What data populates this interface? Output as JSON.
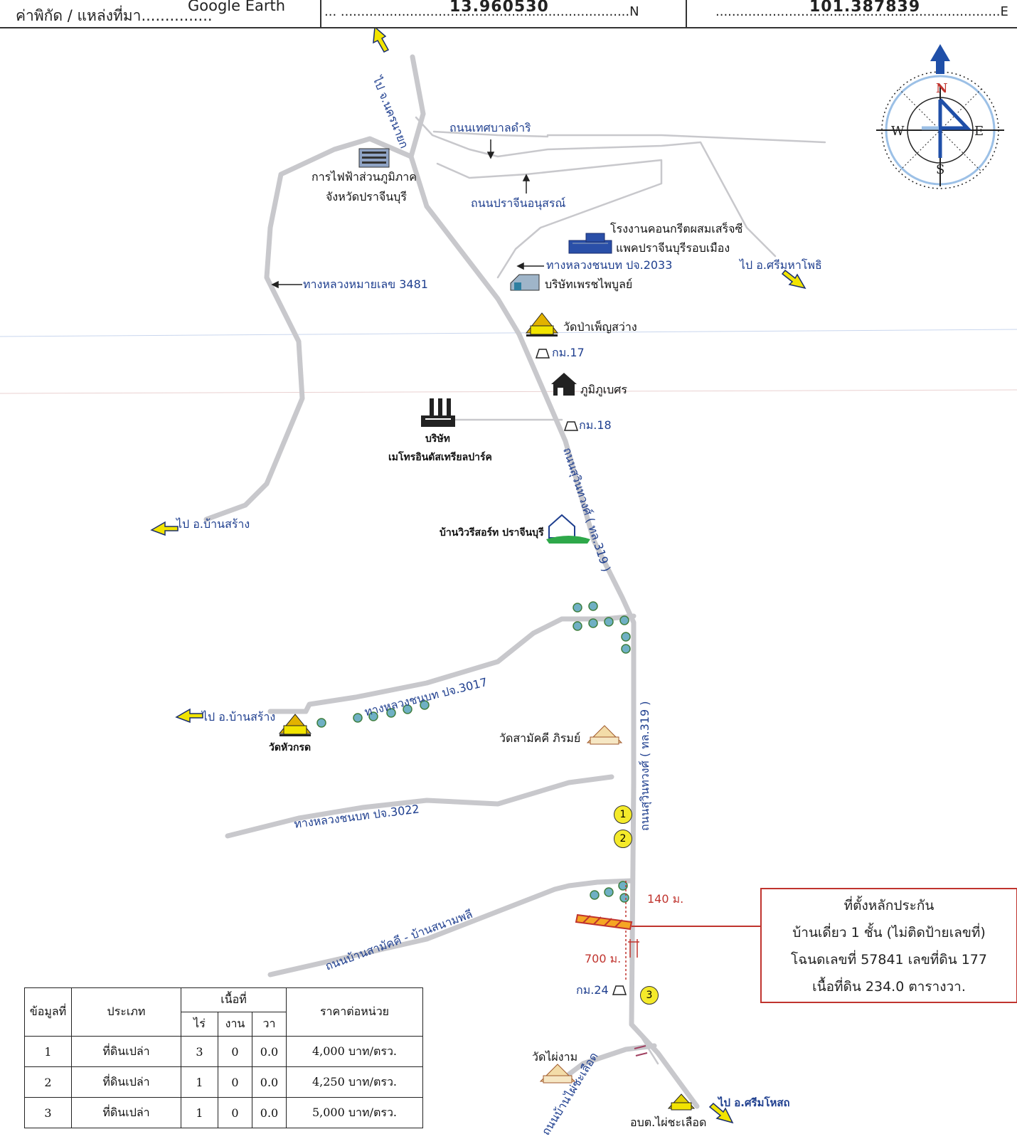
{
  "header": {
    "source_label": "ค่าพิกัด / แหล่งที่มา...............",
    "source_value": "Google Earth",
    "lat_leader": "...  .......................................................................N",
    "lat_value": "13.960530",
    "lon_leader": "......................................................................E",
    "lon_value": "101.387839"
  },
  "compass": {
    "n": "N",
    "s": "S",
    "e": "E",
    "w": "W"
  },
  "labels": {
    "to_nakhon_nayok": "ไป จ.นครนายก",
    "thesaban_road": "ถนนเทศบาลดำริ",
    "pea_line1": "การไฟฟ้าส่วนภูมิภาค",
    "pea_line2": "จังหวัดปราจีนบุรี",
    "prachin_anusorn_road": "ถนนปราจีนอนุสรณ์",
    "concrete_line1": "โรงงานคอนกรีตผสมเสร็จซี",
    "concrete_line2": "แพคปราจีนบุรีรอบเมือง",
    "rural_2033": "ทางหลวงชนบท ปจ.2033",
    "to_si_maha_phot": "ไป อ.ศรีมหาโพธิ",
    "highway_3481": "ทางหลวงหมายเลข 3481",
    "phet_company": "บริษัทเพรชไพบูลย์",
    "wat_pa_phen": "วัดป่าเพ็ญสว่าง",
    "km17": "กม.17",
    "phumiphubet": "ภูมิภูเบศร",
    "km18": "กม.18",
    "metro_line1": "บริษัท",
    "metro_line2": "เมโทรอินดัสเทรียลปาร์ค",
    "sukhumvit_upper": "ถนนสุวินทวงศ์ ( ทล.319 )",
    "to_ban_sang_1": "ไป อ.บ้านสร้าง",
    "villa_resort": "บ้านวิวรีสอร์ท ปราจีนบุรี",
    "rural_3017": "ทางหลวงชนบท ปจ.3017",
    "to_ban_sang_2": "ไป อ.บ้านสร้าง",
    "wat_hua_krot": "วัดหัวกรด",
    "wat_samakkhi": "วัดสามัคคี ภิรมย์",
    "sukhumvit_lower": "ถนนสุวินทวงศ์ ( ทล.319 )",
    "rural_3022": "ทางหลวงชนบท ปจ.3022",
    "dist_140": "140 ม.",
    "dist_700": "700 ม.",
    "samakkhi_road": "ถนนบ้านสามัคคี - บ้านสนามพลี",
    "km24": "กม.24",
    "wat_phai_ngam": "วัดไผ่งาม",
    "phai_chalueat_road": "ถนนบ้านไผ่ชะเลือด",
    "to_si_mahosot": "ไป อ.ศรีมโหสถ",
    "obt_phai": "อบต.ไผ่ชะเลือด"
  },
  "markers": [
    "1",
    "2",
    "3"
  ],
  "infobox": {
    "line1": "ที่ตั้งหลักประกัน",
    "line2": "บ้านเดี่ยว 1 ชั้น (ไม่ติดป้ายเลขที่)",
    "line3": "โฉนดเลขที่ 57841 เลขที่ดิน 177",
    "line4": "เนื้อที่ดิน 234.0 ตารางวา."
  },
  "table": {
    "h_no": "ข้อมูลที่",
    "h_type": "ประเภท",
    "h_area": "เนื้อที่",
    "h_rai": "ไร่",
    "h_ngan": "งาน",
    "h_wa": "วา",
    "h_price": "ราคาต่อหน่วย",
    "rows": [
      {
        "no": "1",
        "type": "ที่ดินเปล่า",
        "rai": "3",
        "ngan": "0",
        "wa": "0.0",
        "price": "4,000 บาท/ตรว."
      },
      {
        "no": "2",
        "type": "ที่ดินเปล่า",
        "rai": "1",
        "ngan": "0",
        "wa": "0.0",
        "price": "4,250 บาท/ตรว."
      },
      {
        "no": "3",
        "type": "ที่ดินเปล่า",
        "rai": "1",
        "ngan": "0",
        "wa": "0.0",
        "price": "5,000 บาท/ตรว."
      }
    ]
  },
  "colors": {
    "road": "#c8c8cc",
    "label_blue": "#1f3f8f",
    "accent_red": "#c0342e",
    "marker_yellow": "#f4ea2a",
    "arrow_yellow": "#f2e400"
  }
}
